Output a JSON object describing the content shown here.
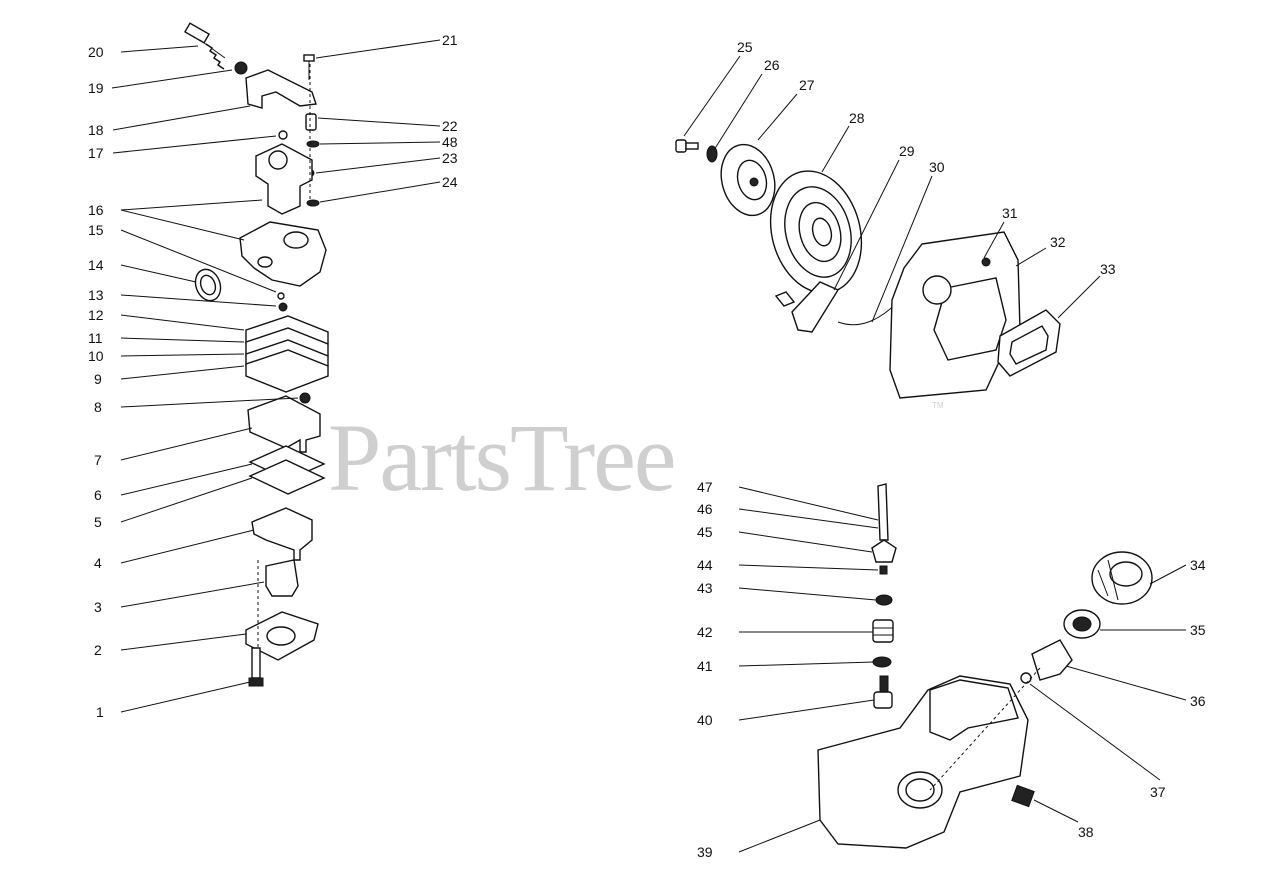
{
  "watermark": {
    "text": "PartsTree",
    "tm": "TM"
  },
  "callouts": {
    "c1": "1",
    "c2": "2",
    "c3": "3",
    "c4": "4",
    "c5": "5",
    "c6": "6",
    "c7": "7",
    "c8": "8",
    "c9": "9",
    "c10": "10",
    "c11": "11",
    "c12": "12",
    "c13": "13",
    "c14": "14",
    "c15": "15",
    "c16": "16",
    "c17": "17",
    "c18": "18",
    "c19": "19",
    "c20": "20",
    "c21": "21",
    "c22": "22",
    "c23": "23",
    "c24": "24",
    "c25": "25",
    "c26": "26",
    "c27": "27",
    "c28": "28",
    "c29": "29",
    "c30": "30",
    "c31": "31",
    "c32": "32",
    "c33": "33",
    "c34": "34",
    "c35": "35",
    "c36": "36",
    "c37": "37",
    "c38": "38",
    "c39": "39",
    "c40": "40",
    "c41": "41",
    "c42": "42",
    "c43": "43",
    "c44": "44",
    "c45": "45",
    "c46": "46",
    "c47": "47",
    "c48": "48"
  },
  "colors": {
    "ink": "#111111",
    "watermark": "#cfcfcf",
    "background": "#ffffff"
  }
}
